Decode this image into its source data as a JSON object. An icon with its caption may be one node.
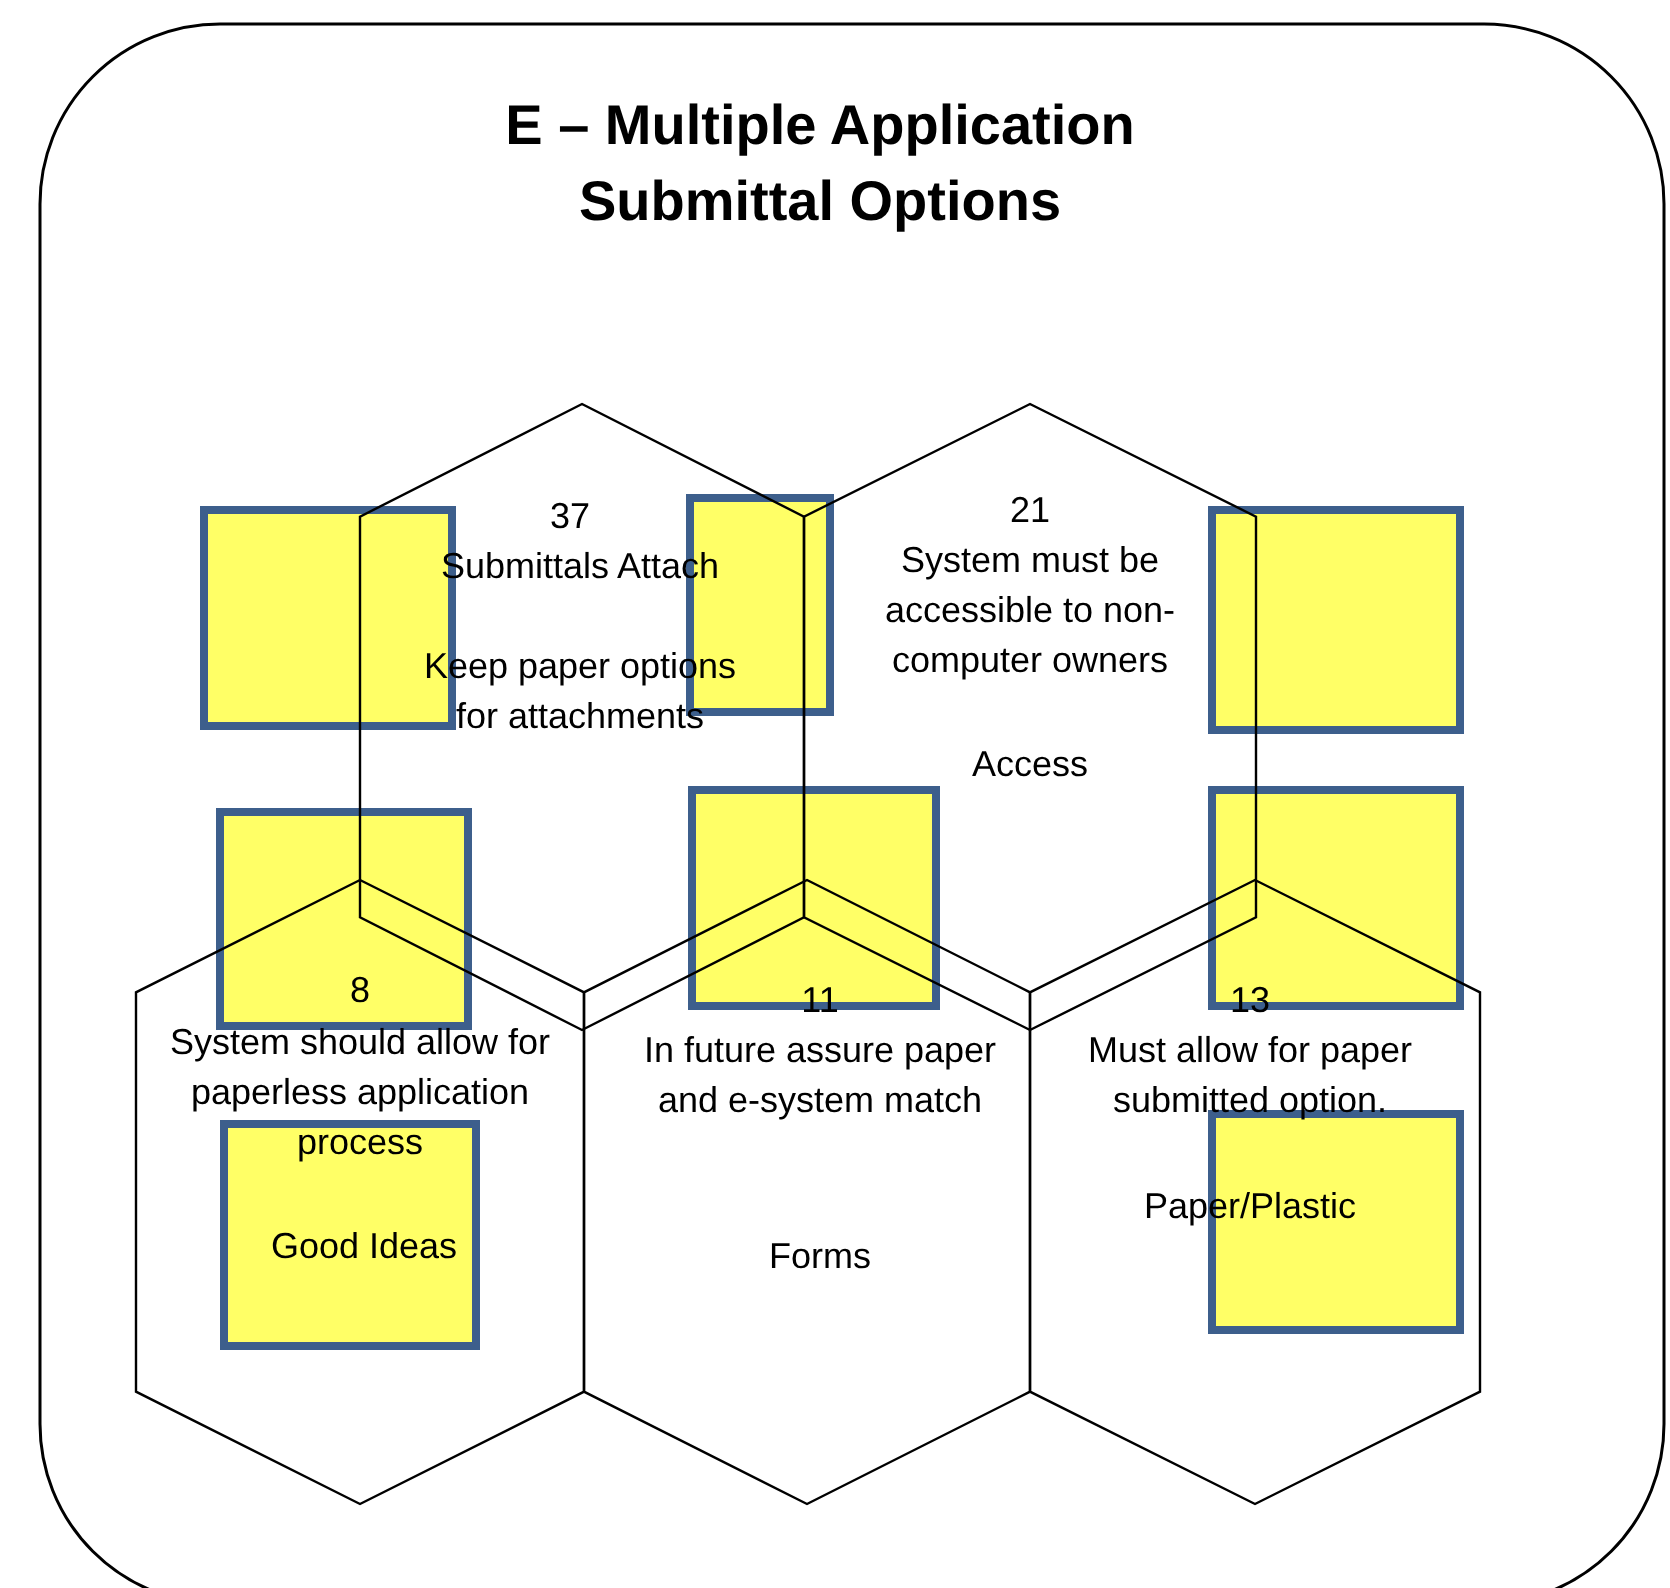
{
  "diagram": {
    "title": "E – Multiple Application Submittal Options",
    "nodes": [
      {
        "text": [
          "37",
          "Submittals Attach",
          "Keep paper options for attachments"
        ]
      },
      {
        "text": [
          "21",
          "System must be accessible to non-computer owners",
          "Access"
        ]
      },
      {
        "text": [
          "8",
          "System should allow for paperless application process",
          "Good Ideas"
        ]
      },
      {
        "text": [
          "11",
          "In future assure paper and e-system match",
          "Forms"
        ]
      },
      {
        "text": [
          "13",
          "Must allow for paper submitted option.",
          "Paper/Plastic"
        ]
      }
    ]
  }
}
